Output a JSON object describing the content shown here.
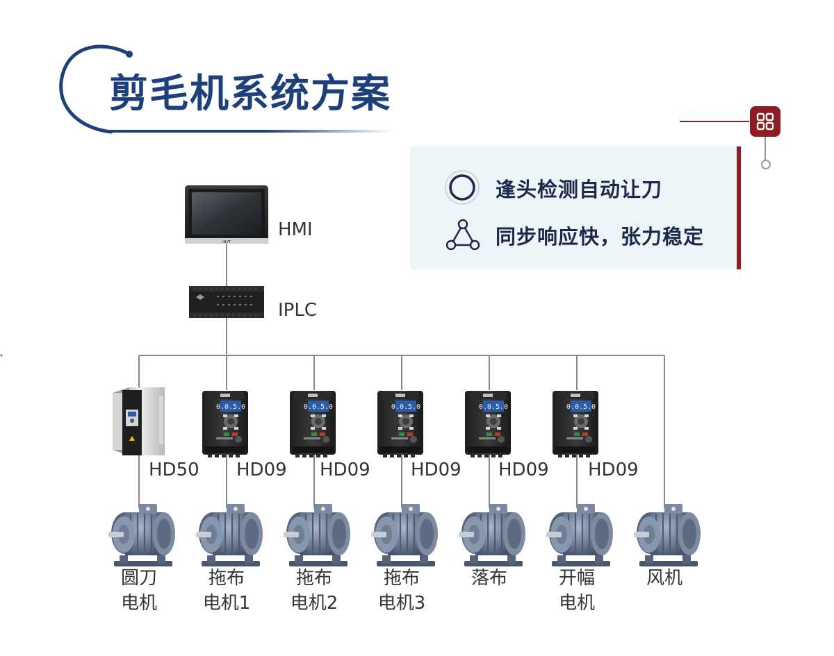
{
  "title": "剪毛机系统方案",
  "features": [
    {
      "icon": "ring-icon",
      "text": "逢头检测自动让刀"
    },
    {
      "icon": "triangle-network-icon",
      "text": "同步响应快，张力稳定"
    }
  ],
  "badge_icon": "grid-menu-icon",
  "hmi": {
    "label": "HMI",
    "screen_brand": "INVT"
  },
  "plc": {
    "label": "IPLC"
  },
  "drives": [
    {
      "model": "HD50",
      "display": ""
    },
    {
      "model": "HD09",
      "display": "0.0.5.0"
    },
    {
      "model": "HD09",
      "display": "0.0.5.0"
    },
    {
      "model": "HD09",
      "display": "0.0.5.0"
    },
    {
      "model": "HD09",
      "display": "0.0.5.0"
    },
    {
      "model": "HD09",
      "display": "0.0.5.0"
    }
  ],
  "motors": [
    {
      "line1": "圆刀",
      "line2": "电机"
    },
    {
      "line1": "拖布",
      "line2": "电机1"
    },
    {
      "line1": "拖布",
      "line2": "电机2"
    },
    {
      "line1": "拖布",
      "line2": "电机3"
    },
    {
      "line1": "落布",
      "line2": ""
    },
    {
      "line1": "开幅",
      "line2": "电机"
    },
    {
      "line1": "风机",
      "line2": ""
    }
  ],
  "colors": {
    "title": "#1d3f7a",
    "accent": "#8d1d22",
    "panel": "#eef5f9",
    "wire": "#888888"
  }
}
